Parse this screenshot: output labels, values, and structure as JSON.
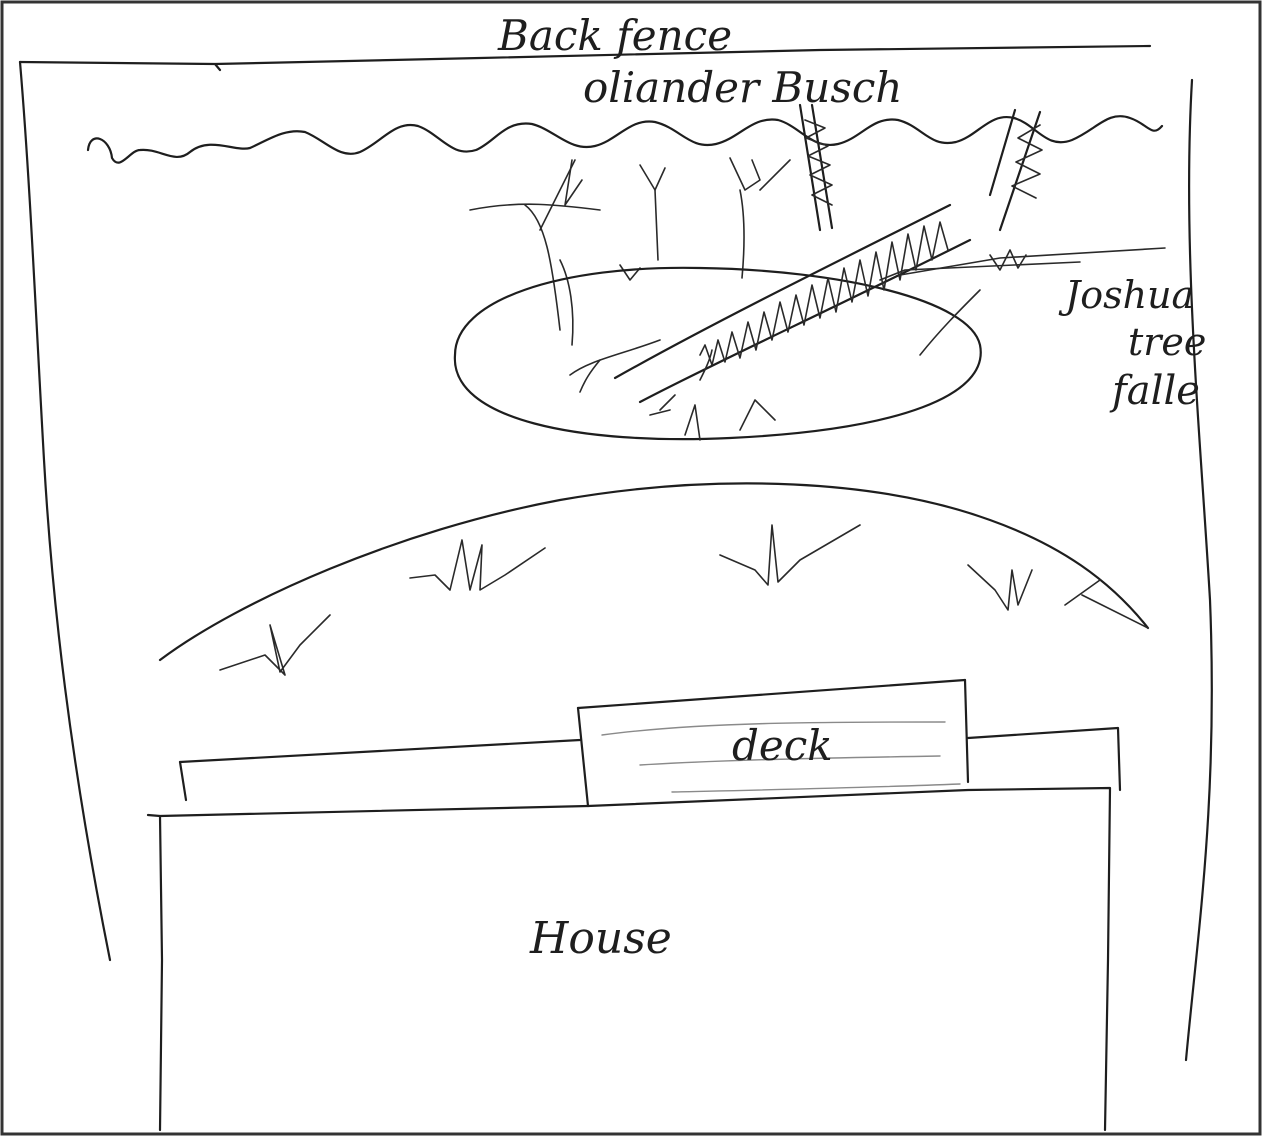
{
  "labels": {
    "back_fence": "Back fence",
    "oleander": "oliander Busch",
    "joshua_line1": "Joshua",
    "joshua_line2": "tree",
    "joshua_line3": "falle",
    "deck": "deck",
    "house": "House"
  },
  "colors": {
    "ink": "#1e1e1e",
    "paper": "#ffffff",
    "frame": "#333333"
  }
}
